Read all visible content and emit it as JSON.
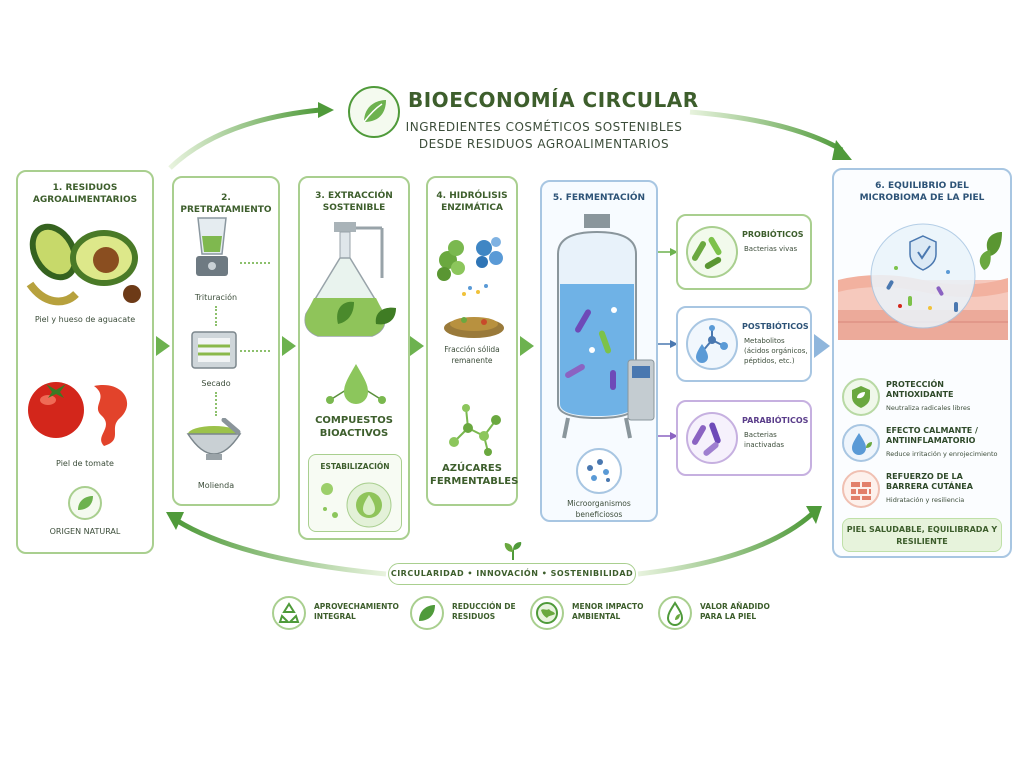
{
  "header": {
    "title": "BIOECONOMÍA CIRCULAR",
    "subtitle_line1": "INGREDIENTES COSMÉTICOS SOSTENIBLES",
    "subtitle_line2": "DESDE RESIDUOS AGROALIMENTARIOS"
  },
  "step1": {
    "title": "1. RESIDUOS AGROALIMENTARIOS",
    "avocado_label": "Piel y hueso de aguacate",
    "tomato_label": "Piel de tomate",
    "origin_label": "ORIGEN NATURAL"
  },
  "step2": {
    "title": "2. PRETRATAMIENTO",
    "labels": [
      "Trituración",
      "Secado",
      "Molienda"
    ]
  },
  "step3": {
    "title": "3. EXTRACCIÓN SOSTENIBLE",
    "compounds_label": "COMPUESTOS BIOACTIVOS",
    "stabilization_label": "ESTABILIZACIÓN"
  },
  "step4": {
    "title": "4. HIDRÓLISIS ENZIMÁTICA",
    "fraction_label": "Fracción sólida remanente",
    "sugars_label": "AZÚCARES FERMENTABLES"
  },
  "step5": {
    "title": "5. FERMENTACIÓN",
    "micro_label": "Microorganismos beneficiosos"
  },
  "outputs": [
    {
      "title": "PROBIÓTICOS",
      "text": "Bacterias vivas"
    },
    {
      "title": "POSTBIÓTICOS",
      "text": "Metabolitos (ácidos orgánicos, péptidos, etc.)"
    },
    {
      "title": "PARABIÓTICOS",
      "text": "Bacterias inactivadas"
    }
  ],
  "step6": {
    "title": "6. EQUILIBRIO DEL MICROBIOMA DE LA PIEL",
    "benefits": [
      {
        "title": "PROTECCIÓN ANTIOXIDANTE",
        "text": "Neutraliza radicales libres"
      },
      {
        "title": "EFECTO CALMANTE / ANTIINFLAMATORIO",
        "text": "Reduce irritación y enrojecimiento"
      },
      {
        "title": "REFUERZO DE LA BARRERA CUTÁNEA",
        "text": "Hidratación y resiliencia"
      }
    ],
    "result": "PIEL SALUDABLE, EQUILIBRADA Y RESILIENTE"
  },
  "footer": {
    "banner": "CIRCULARIDAD • INNOVACIÓN • SOSTENIBILIDAD",
    "features": [
      {
        "text": "APROVECHAMIENTO INTEGRAL",
        "icon": "recycle-icon"
      },
      {
        "text": "REDUCCIÓN DE RESIDUOS",
        "icon": "leaf-icon"
      },
      {
        "text": "MENOR IMPACTO AMBIENTAL",
        "icon": "globe-icon"
      },
      {
        "text": "VALOR AÑADIDO PARA LA PIEL",
        "icon": "drop-icon"
      }
    ]
  },
  "colors": {
    "green_primary": "#4f9a3a",
    "green_border": "#a9cf8f",
    "blue_border": "#a8c6e2",
    "purple_border": "#c6b0e0",
    "text_dark": "#2f4a2a"
  }
}
